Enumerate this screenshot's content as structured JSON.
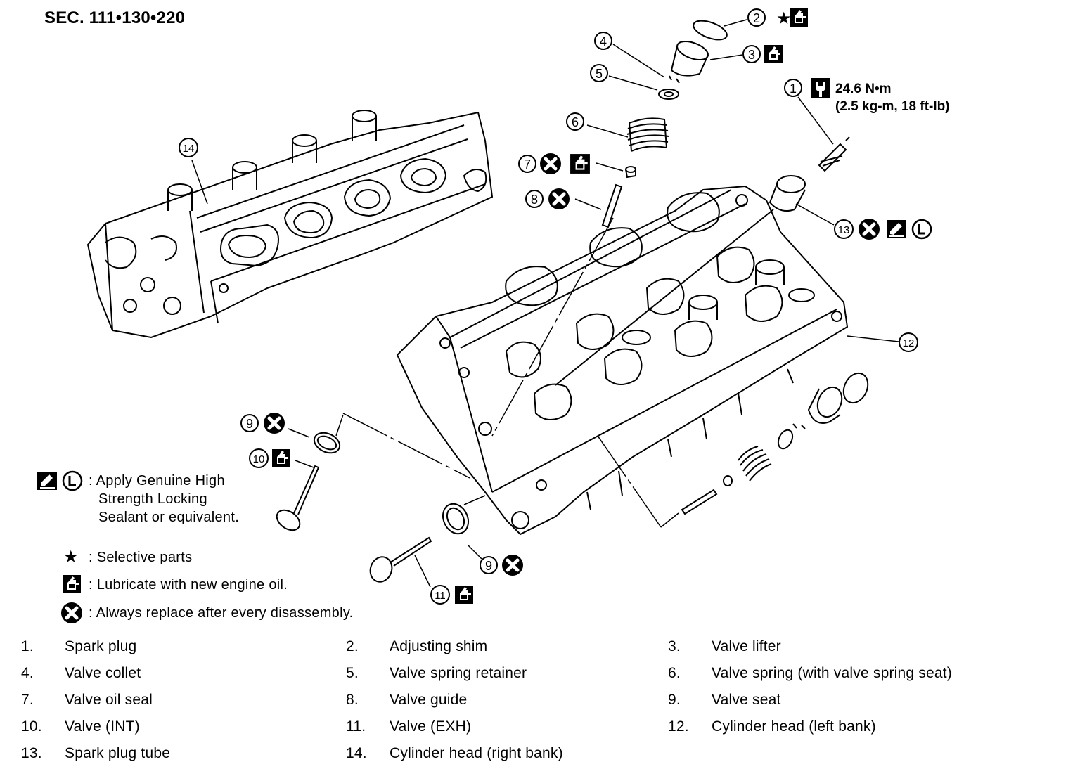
{
  "header": {
    "section": "SEC. 111•130•220"
  },
  "torque": {
    "line1": "24.6 N•m",
    "line2": "(2.5 kg-m, 18 ft-lb)"
  },
  "callouts": [
    "1",
    "2",
    "3",
    "4",
    "5",
    "6",
    "7",
    "8",
    "9",
    "10",
    "11",
    "12",
    "13",
    "14"
  ],
  "legend": {
    "sealant": [
      ": Apply Genuine High",
      "Strength Locking",
      "Sealant or equivalent."
    ],
    "selective": ": Selective parts",
    "lubricate": ": Lubricate with new engine oil.",
    "replace": ": Always replace after every disassembly."
  },
  "parts": [
    {
      "num": "1.",
      "name": "Spark plug"
    },
    {
      "num": "2.",
      "name": "Adjusting shim"
    },
    {
      "num": "3.",
      "name": "Valve lifter"
    },
    {
      "num": "4.",
      "name": "Valve collet"
    },
    {
      "num": "5.",
      "name": "Valve spring retainer"
    },
    {
      "num": "6.",
      "name": "Valve spring (with valve spring seat)"
    },
    {
      "num": "7.",
      "name": "Valve oil seal"
    },
    {
      "num": "8.",
      "name": "Valve guide"
    },
    {
      "num": "9.",
      "name": "Valve seat"
    },
    {
      "num": "10.",
      "name": "Valve (INT)"
    },
    {
      "num": "11.",
      "name": "Valve (EXH)"
    },
    {
      "num": "12.",
      "name": "Cylinder head (left bank)"
    },
    {
      "num": "13.",
      "name": "Spark plug tube"
    },
    {
      "num": "14.",
      "name": "Cylinder head (right bank)"
    }
  ]
}
